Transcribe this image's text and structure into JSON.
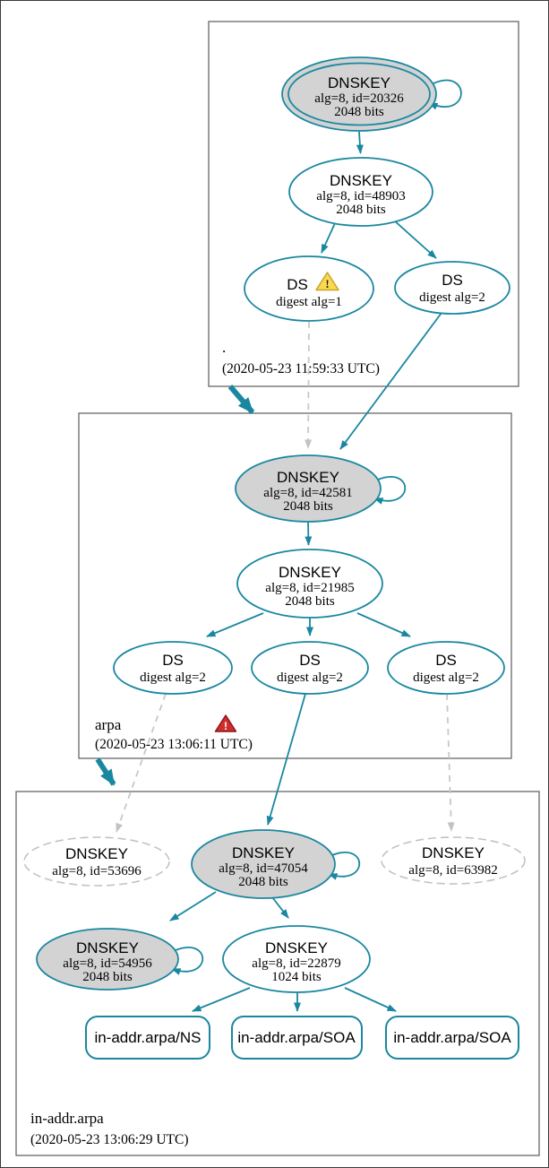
{
  "colors": {
    "accent_teal": "#1a87a0",
    "node_fill_gray": "#d3d3d3",
    "dashed_edge_gray": "#c8c8c8",
    "zone_box_border": "#5b5b5b",
    "warning_yellow": "#fad94f",
    "error_red": "#cf2e2e"
  },
  "zones": {
    "root": {
      "name": ".",
      "timestamp": "(2020-05-23 11:59:33 UTC)"
    },
    "arpa": {
      "name": "arpa",
      "timestamp": "(2020-05-23 13:06:11 UTC)"
    },
    "in_addr_arpa": {
      "name": "in-addr.arpa",
      "timestamp": "(2020-05-23 13:06:29 UTC)"
    }
  },
  "nodes": {
    "root_ksk": {
      "title": "DNSKEY",
      "detail": "alg=8, id=20326",
      "bits": "2048 bits"
    },
    "root_zsk": {
      "title": "DNSKEY",
      "detail": "alg=8, id=48903",
      "bits": "2048 bits"
    },
    "root_ds_1": {
      "title": "DS",
      "detail": "digest alg=1"
    },
    "root_ds_2": {
      "title": "DS",
      "detail": "digest alg=2"
    },
    "arpa_ksk": {
      "title": "DNSKEY",
      "detail": "alg=8, id=42581",
      "bits": "2048 bits"
    },
    "arpa_zsk": {
      "title": "DNSKEY",
      "detail": "alg=8, id=21985",
      "bits": "2048 bits"
    },
    "arpa_ds_1": {
      "title": "DS",
      "detail": "digest alg=2"
    },
    "arpa_ds_2": {
      "title": "DS",
      "detail": "digest alg=2"
    },
    "arpa_ds_3": {
      "title": "DS",
      "detail": "digest alg=2"
    },
    "inaddr_dnskey_53696": {
      "title": "DNSKEY",
      "detail": "alg=8, id=53696"
    },
    "inaddr_ksk": {
      "title": "DNSKEY",
      "detail": "alg=8, id=47054",
      "bits": "2048 bits"
    },
    "inaddr_dnskey_63982": {
      "title": "DNSKEY",
      "detail": "alg=8, id=63982"
    },
    "inaddr_dnskey_54956": {
      "title": "DNSKEY",
      "detail": "alg=8, id=54956",
      "bits": "2048 bits"
    },
    "inaddr_zsk": {
      "title": "DNSKEY",
      "detail": "alg=8, id=22879",
      "bits": "1024 bits"
    },
    "rrset_ns": {
      "label": "in-addr.arpa/NS"
    },
    "rrset_soa_1": {
      "label": "in-addr.arpa/SOA"
    },
    "rrset_soa_2": {
      "label": "in-addr.arpa/SOA"
    }
  },
  "icons": {
    "warning_glyph": "!",
    "error_glyph": "!"
  }
}
